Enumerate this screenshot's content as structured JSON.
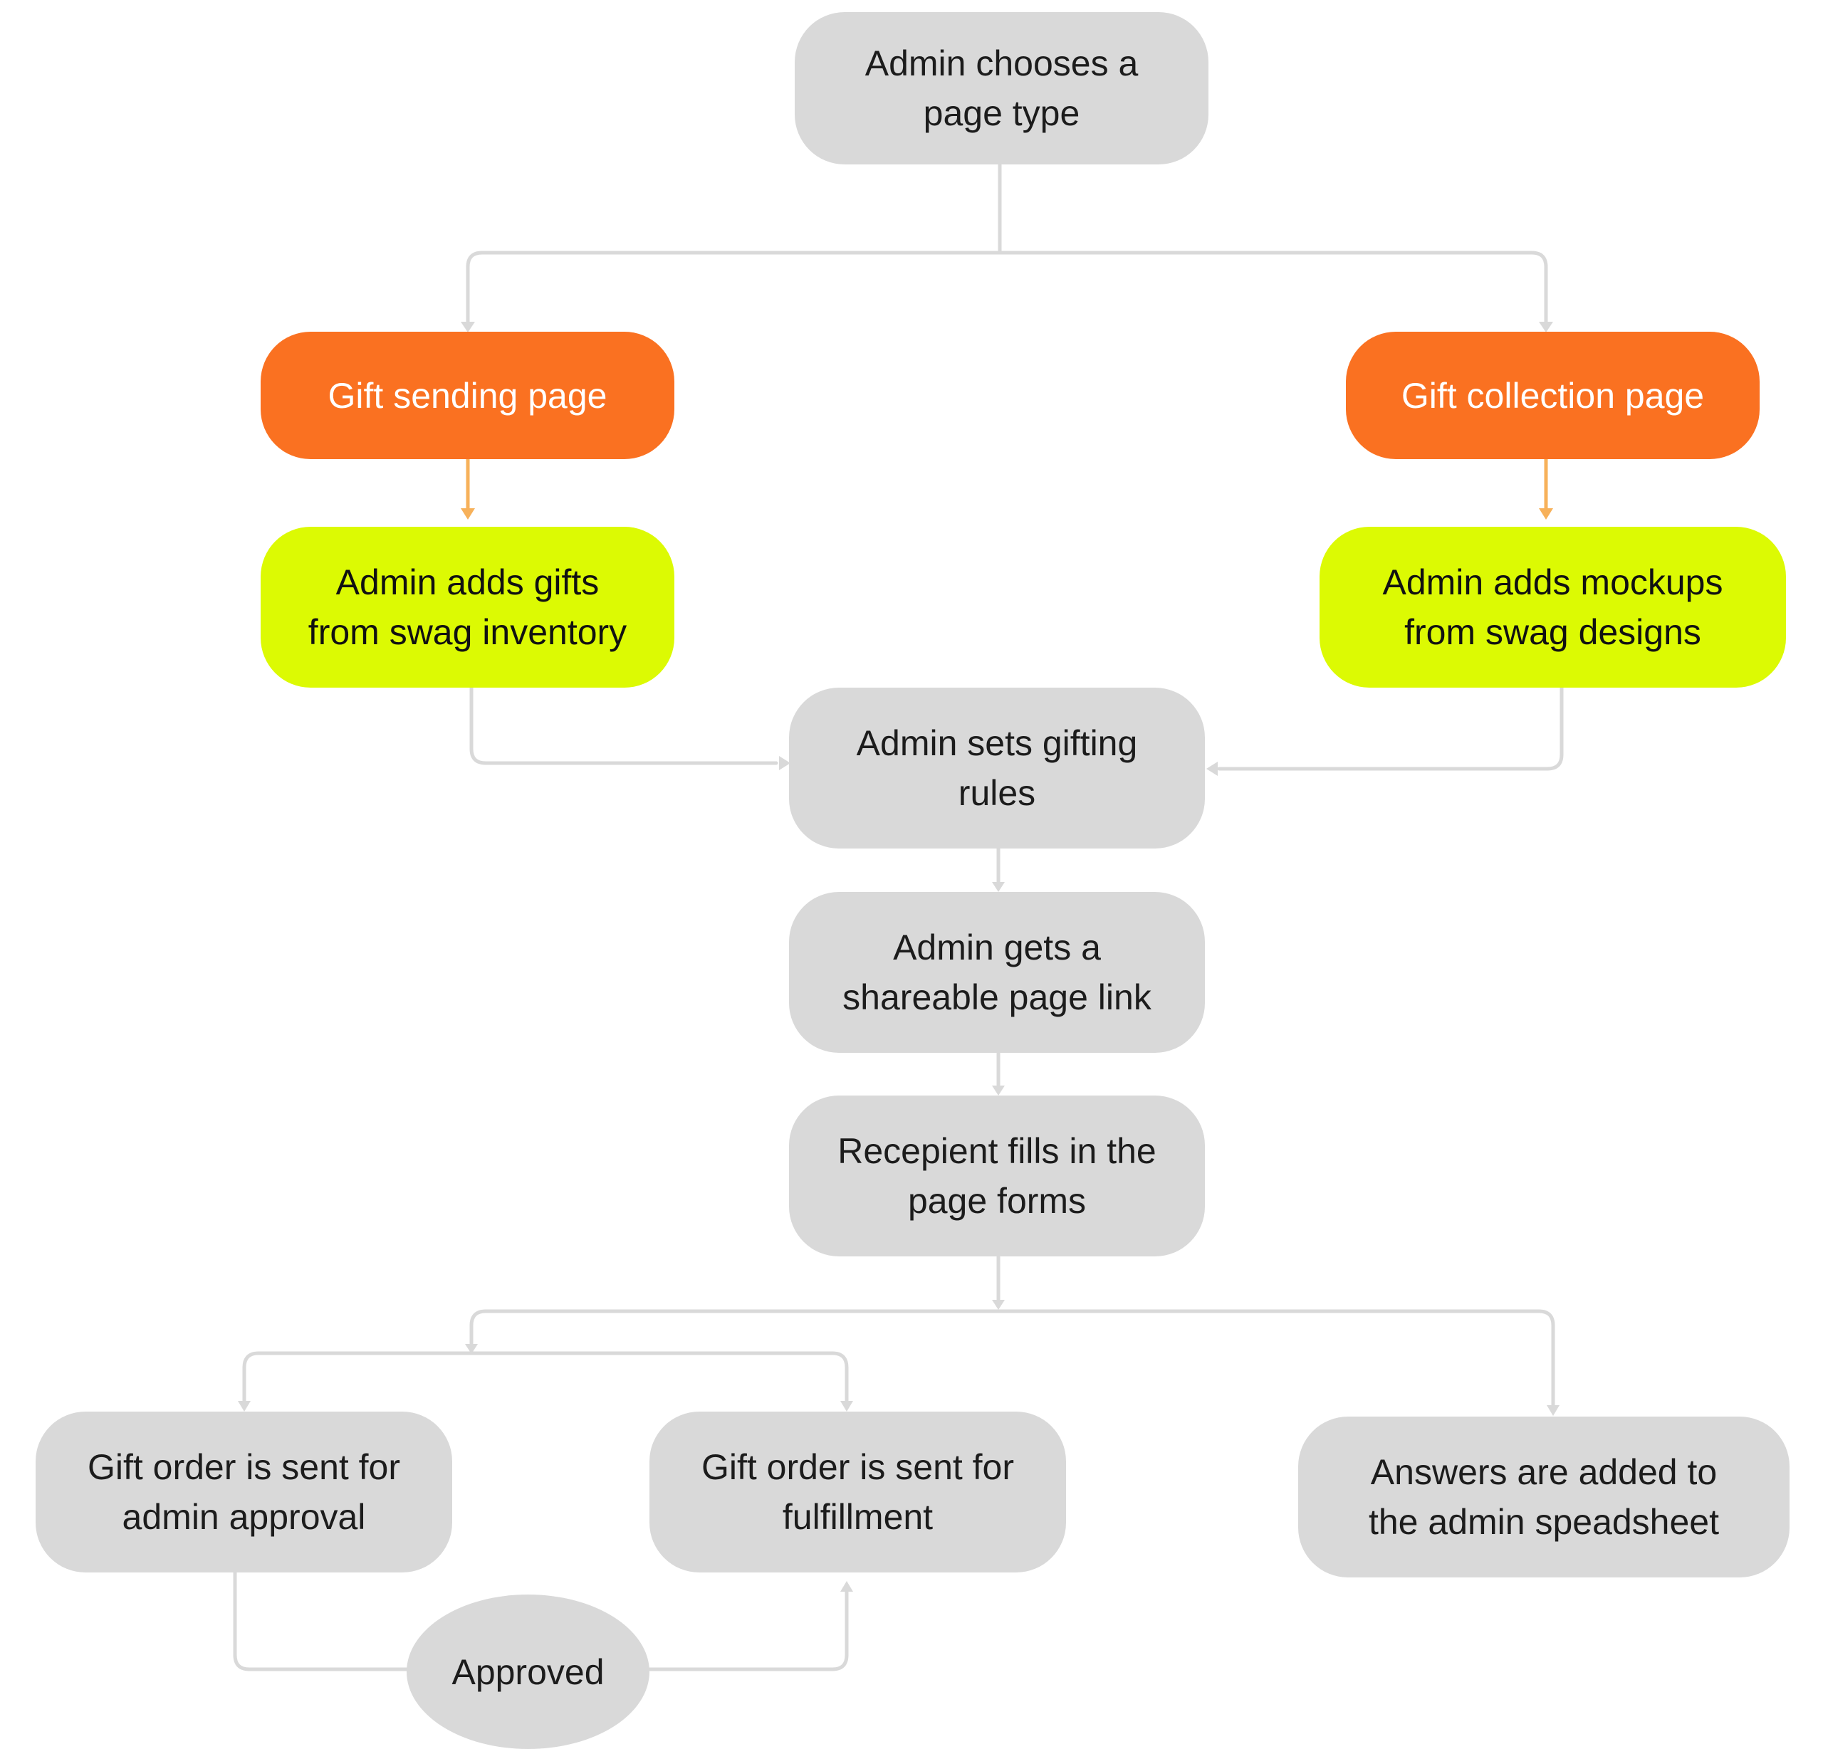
{
  "nodes": {
    "choose": "Admin chooses a\npage type",
    "sending": "Gift sending page",
    "collection": "Gift collection page",
    "gifts": "Admin adds gifts\nfrom swag inventory",
    "mockups": "Admin adds mockups\nfrom swag designs",
    "rules": "Admin sets gifting\nrules",
    "link": "Admin gets a\nshareable page link",
    "forms": "Recepient fills in the\npage forms",
    "approval": "Gift order is sent for\nadmin approval",
    "fulfillment": "Gift order is sent for\nfulfillment",
    "answers": "Answers are added to\nthe admin speadsheet",
    "approved": "Approved"
  },
  "colors": {
    "node_default": "#d9d9d9",
    "page_type_orange": "#fa7121",
    "content_lime": "#dcfa03",
    "connector_gray": "#d9d9d9",
    "connector_orange": "#f7b15a"
  }
}
